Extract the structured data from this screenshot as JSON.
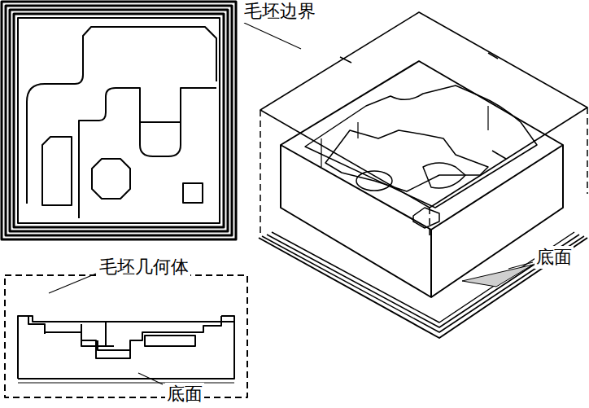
{
  "diagram": {
    "labels": [
      "毛坯边界",
      "毛坯几何体",
      "底面",
      "底面"
    ]
  }
}
